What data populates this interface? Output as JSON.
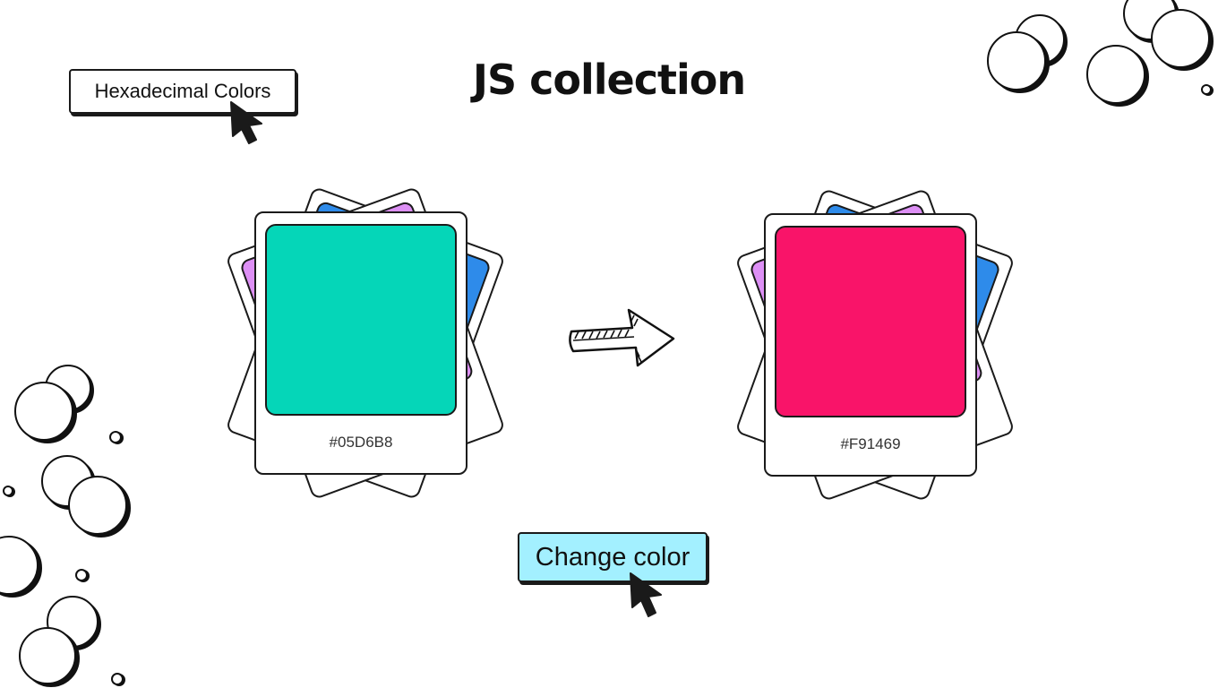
{
  "title": "JS collection",
  "chip": {
    "label": "Hexadecimal Colors"
  },
  "colors": {
    "back_purple": "#DD8FF5",
    "back_blue": "#2E8BEA",
    "button_bg": "#A3F0FF"
  },
  "cards": [
    {
      "hex": "#05D6B8",
      "color": "#05D6B8"
    },
    {
      "hex": "#F91469",
      "color": "#F91469"
    }
  ],
  "arrow": {
    "icon": "hand-drawn-right-arrow-icon"
  },
  "button": {
    "label": "Change color"
  },
  "cursors": {
    "icon": "mouse-pointer-icon"
  }
}
